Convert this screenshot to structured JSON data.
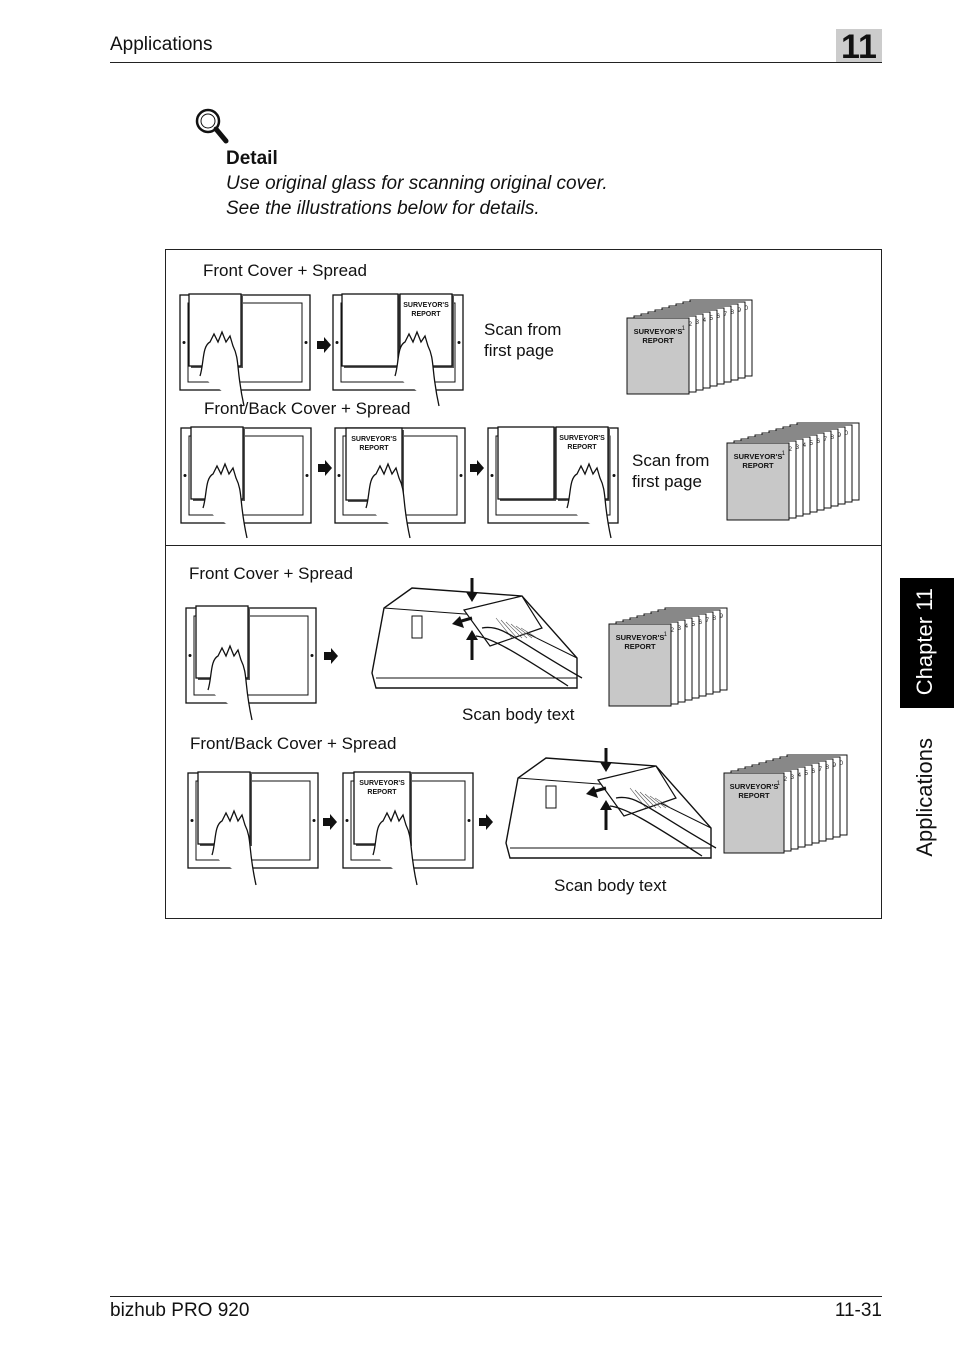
{
  "header": {
    "title": "Applications",
    "chapter_number": "11"
  },
  "footer": {
    "product": "bizhub PRO 920",
    "page": "11-31"
  },
  "side_tab": {
    "chapter": "Chapter 11",
    "section": "Applications"
  },
  "detail": {
    "heading": "Detail",
    "line1": "Use original glass for scanning original cover.",
    "line2": "See the illustrations below for details."
  },
  "figure": {
    "glass": {
      "row1": {
        "label": "Front Cover + Spread",
        "result": [
          "Scan from",
          "first page"
        ]
      },
      "row2": {
        "label": "Front/Back Cover + Spread",
        "result": [
          "Scan from",
          "first page"
        ]
      }
    },
    "adf": {
      "row1": {
        "label": "Front Cover + Spread",
        "result": "Scan body text"
      },
      "row2": {
        "label": "Front/Back Cover + Spread",
        "result": "Scan body text"
      }
    },
    "doc_title": [
      "SURVEYOR'S",
      "REPORT"
    ],
    "stack_short": [
      "1",
      "2",
      "3",
      "4",
      "5",
      "6",
      "7",
      "8",
      "9",
      "10"
    ],
    "icon": "magnifier-icon"
  }
}
